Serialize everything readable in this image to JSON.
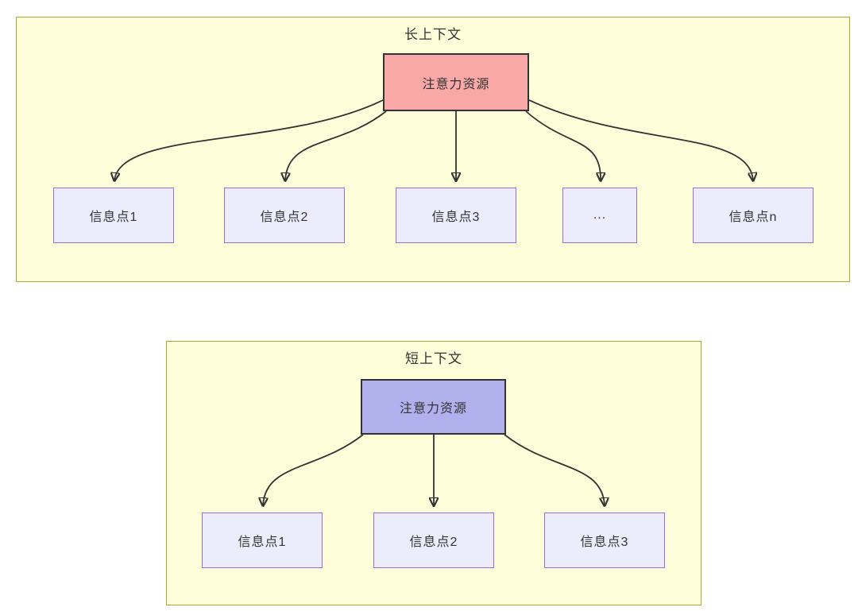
{
  "long_context": {
    "title": "长上下文",
    "attention_label": "注意力资源",
    "nodes": [
      {
        "label": "信息点1"
      },
      {
        "label": "信息点2"
      },
      {
        "label": "信息点3"
      },
      {
        "label": "..."
      },
      {
        "label": "信息点n"
      }
    ]
  },
  "short_context": {
    "title": "短上下文",
    "attention_label": "注意力资源",
    "nodes": [
      {
        "label": "信息点1"
      },
      {
        "label": "信息点2"
      },
      {
        "label": "信息点3"
      }
    ]
  },
  "colors": {
    "group_fill": "#fdfdda",
    "group_border": "#aaaa33",
    "attention_long_fill": "#f9a8a8",
    "attention_short_fill": "#b0b0ec",
    "attention_border": "#333333",
    "info_fill": "#ececfc",
    "info_border": "#9370db",
    "arrow": "#333333",
    "text": "#333333"
  }
}
